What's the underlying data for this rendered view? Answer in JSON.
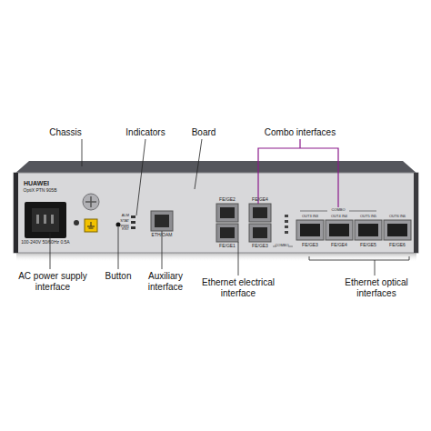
{
  "diagram": {
    "labels": [
      "Chassis",
      "Indicators",
      "Board",
      "Combo interfaces",
      "AC power supply interface",
      "Button",
      "Auxiliary interface",
      "Ethernet electrical interface",
      "Ethernet optical interfaces",
      "HUAWEI",
      "OptiX PTN 905B",
      "100-240V 50/60Hz 0.5A",
      "ALM",
      "STAT",
      "PWR",
      "RST",
      "ETH/OAM",
      "FE/GE2",
      "FE/GE4",
      "FE/GE1",
      "FE/GE3",
      "COMBO",
      "COMBO",
      "OUT3 IN3",
      "OUT4 IN4",
      "OUT5 IN5",
      "OUT6 IN6",
      "FE/GE3",
      "FE/GE4",
      "FE/GE5",
      "FE/GE6"
    ]
  }
}
